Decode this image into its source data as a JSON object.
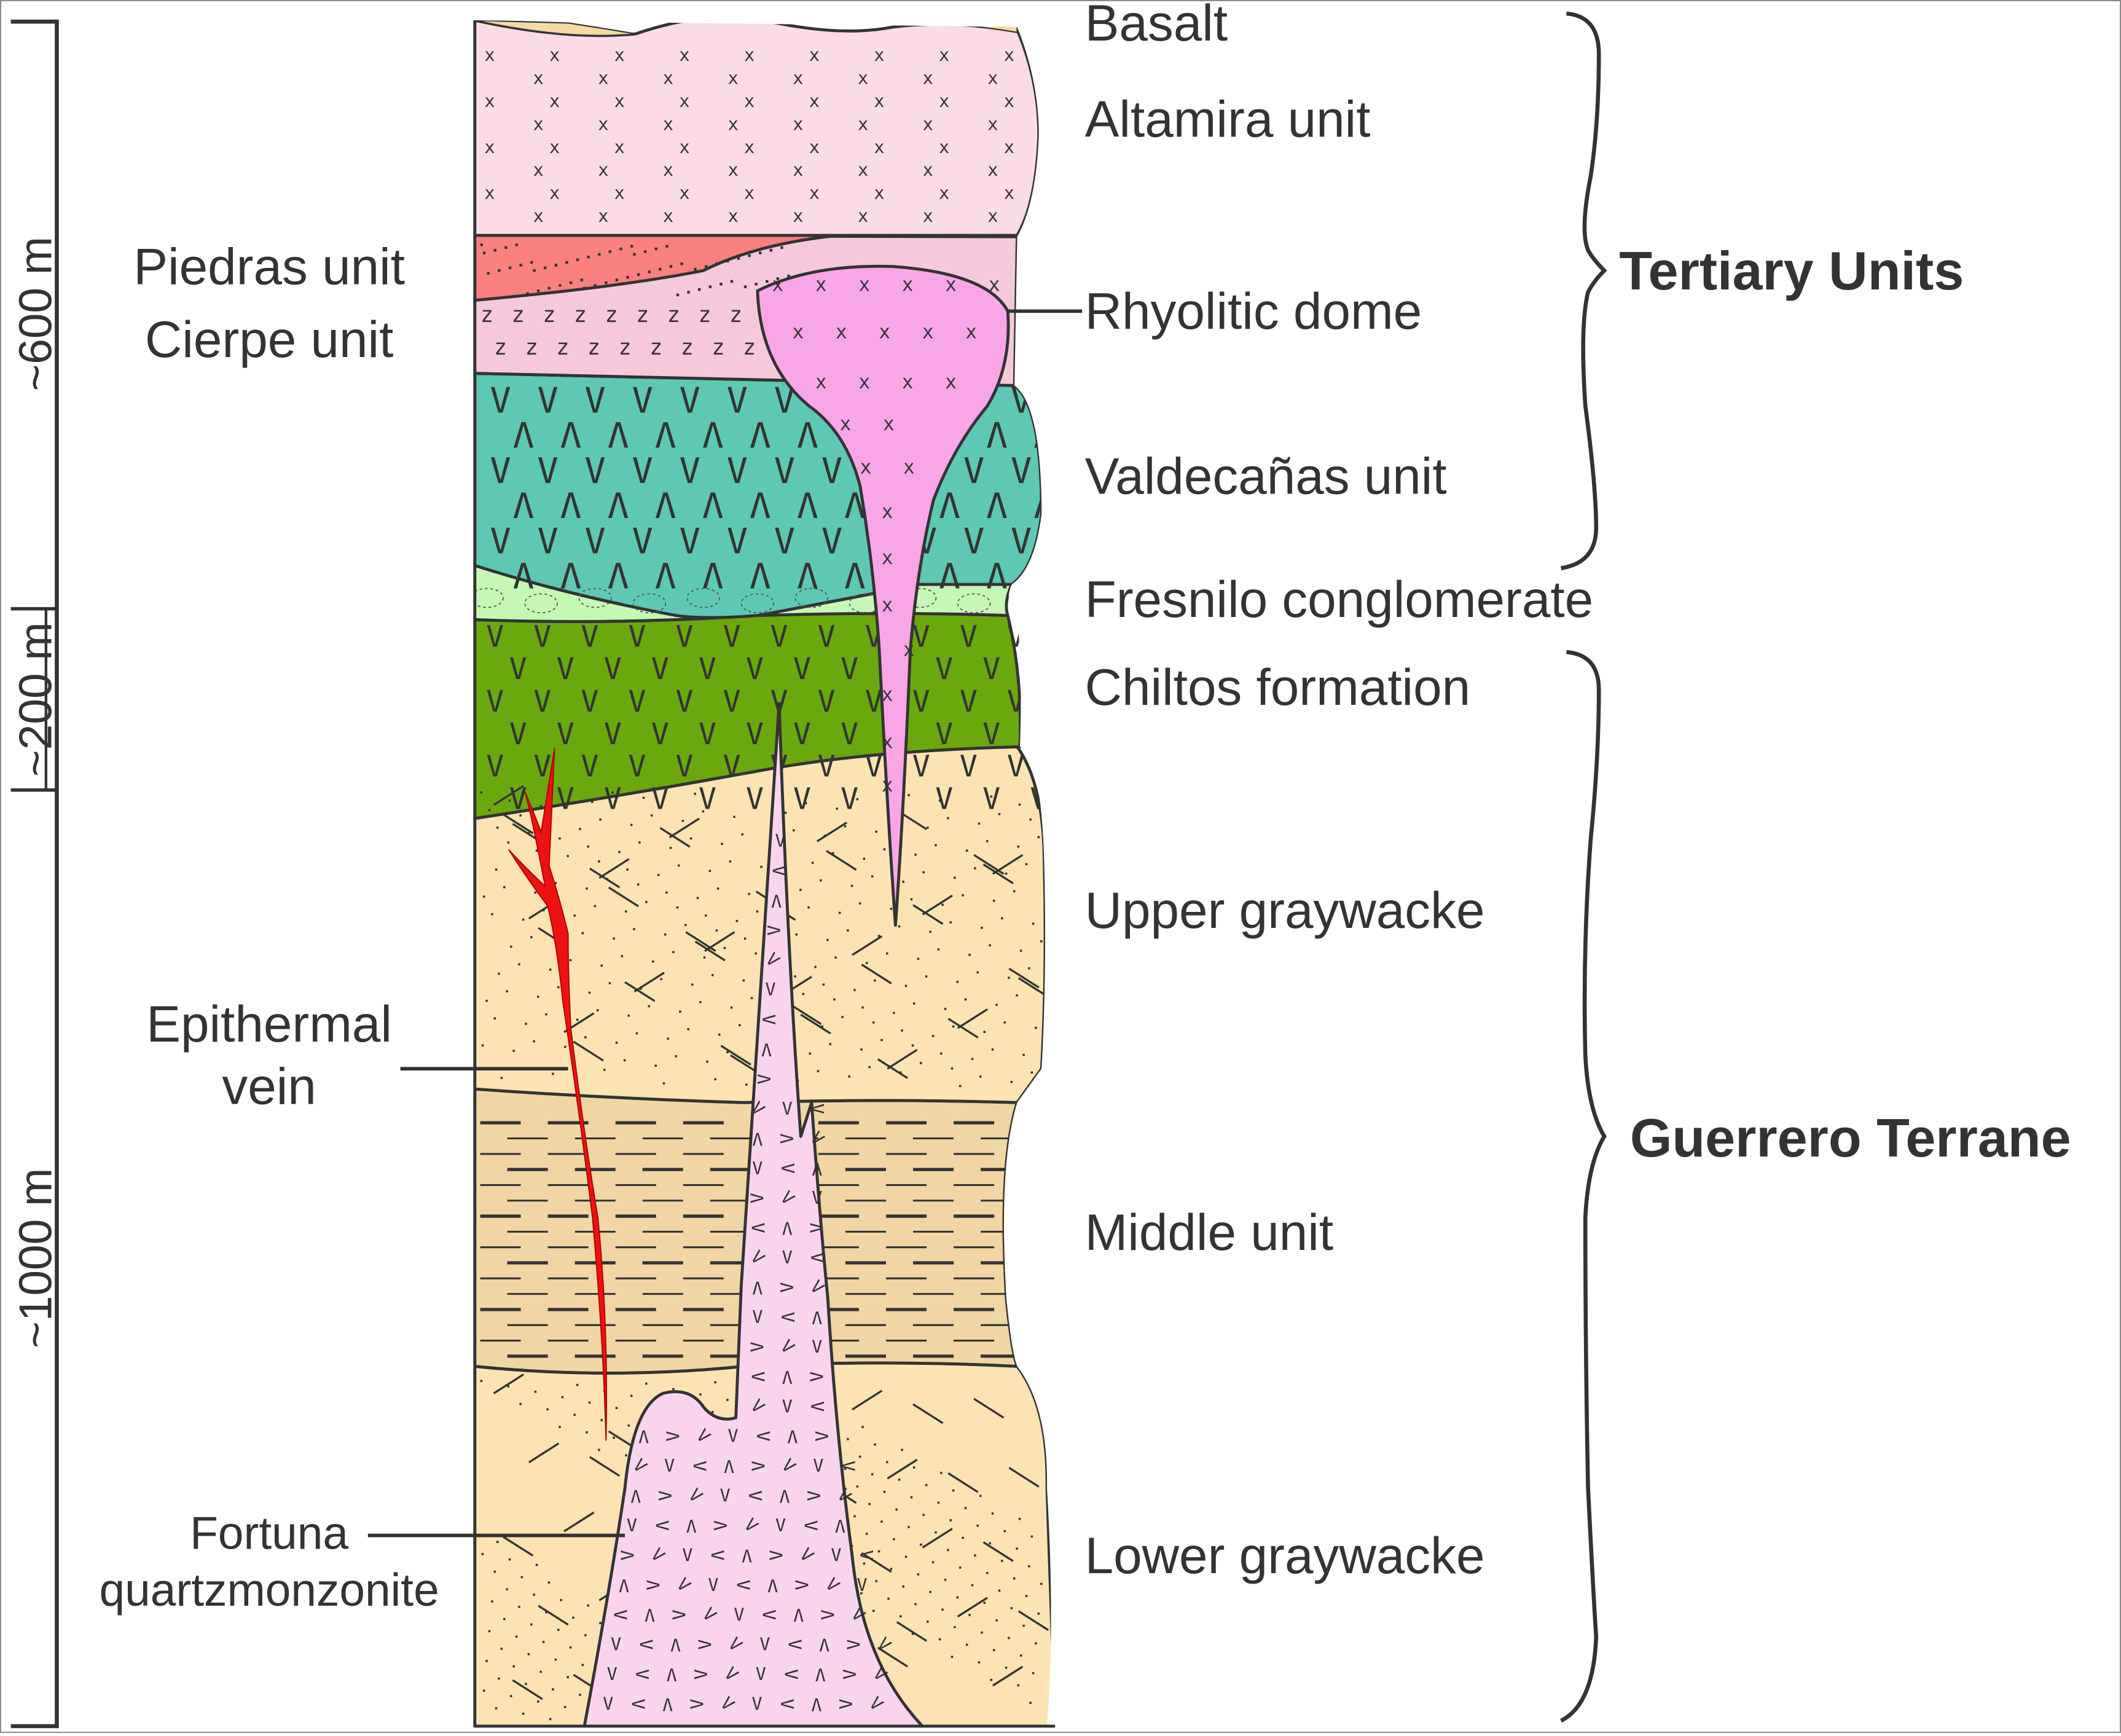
{
  "figure": {
    "type": "stratigraphic-column",
    "thickness_scale": [
      {
        "label": "~600 m",
        "section": "upper"
      },
      {
        "label": "~200 m",
        "section": "middle"
      },
      {
        "label": "~1000 m",
        "section": "lower"
      }
    ],
    "units": [
      {
        "id": "basalt",
        "label": "Basalt",
        "color": "#f6d9a4",
        "pattern": "none"
      },
      {
        "id": "altamira",
        "label": "Altamira unit",
        "color": "#fadbe6",
        "pattern": "x-dots"
      },
      {
        "id": "piedras",
        "label": "Piedras unit",
        "color": "#fa8080",
        "pattern": "dots"
      },
      {
        "id": "cierpe",
        "label": "Cierpe unit",
        "color": "#f5c8dc",
        "pattern": "z"
      },
      {
        "id": "rhyolitic-dome",
        "label": "Rhyolitic dome",
        "color": "#f9a6e6",
        "pattern": "x"
      },
      {
        "id": "valdecanas",
        "label": "Valdecañas unit",
        "color": "#5ec8b4",
        "pattern": "v-alternating"
      },
      {
        "id": "fresnilo",
        "label": "Fresnilo conglomerate",
        "color": "#c6f7b4",
        "pattern": "pebbles"
      },
      {
        "id": "chiltos",
        "label": "Chiltos formation",
        "color": "#6aa80e",
        "pattern": "v"
      },
      {
        "id": "upper-graywacke",
        "label": "Upper graywacke",
        "color": "#fde3b4",
        "pattern": "dashes-speckle"
      },
      {
        "id": "middle-unit",
        "label": "Middle unit",
        "color": "#f0d6a4",
        "pattern": "horizontal-dashes"
      },
      {
        "id": "lower-graywacke",
        "label": "Lower graywacke",
        "color": "#fde3b4",
        "pattern": "dashes-speckle"
      },
      {
        "id": "fortuna",
        "label_line1": "Fortuna",
        "label_line2": "quartzmonzonite",
        "color": "#f9d4ef",
        "pattern": "v-rotated"
      },
      {
        "id": "epithermal-vein",
        "label_line1": "Epithermal",
        "label_line2": "vein",
        "color": "#ee1111",
        "pattern": "none"
      }
    ],
    "groups": [
      {
        "label": "Tertiary Units",
        "members": [
          "Basalt",
          "Altamira unit",
          "Rhyolitic dome",
          "Valdecañas unit"
        ]
      },
      {
        "label": "Guerrero Terrane",
        "members": [
          "Chiltos formation",
          "Upper graywacke",
          "Middle unit",
          "Lower graywacke"
        ]
      }
    ]
  },
  "labels": {
    "basalt": "Basalt",
    "altamira": "Altamira unit",
    "piedras": "Piedras unit",
    "cierpe": "Cierpe unit",
    "rhyolitic_dome": "Rhyolitic dome",
    "valdecanas": "Valdecañas unit",
    "fresnilo": "Fresnilo conglomerate",
    "chiltos": "Chiltos formation",
    "upper_graywacke": "Upper graywacke",
    "middle_unit": "Middle unit",
    "lower_graywacke": "Lower graywacke",
    "epithermal_1": "Epithermal",
    "epithermal_2": "vein",
    "fortuna_1": "Fortuna",
    "fortuna_2": "quartzmonzonite",
    "tertiary": "Tertiary Units",
    "guerrero": "Guerrero Terrane",
    "scale_600": "~600 m",
    "scale_200": "~200 m",
    "scale_1000": "~1000 m"
  },
  "colors": {
    "basalt": "#f6d9a4",
    "altamira": "#fadbe6",
    "piedras": "#fa8080",
    "cierpe": "#f5c8dc",
    "rhyolite": "#f9a6e6",
    "valdecanas": "#5ec8b4",
    "fresnilo": "#c6f7b4",
    "chiltos": "#6aa80e",
    "graywacke": "#fde3b4",
    "middle": "#f0d6a4",
    "fortuna": "#f9d4ef",
    "vein": "#ee1111"
  }
}
